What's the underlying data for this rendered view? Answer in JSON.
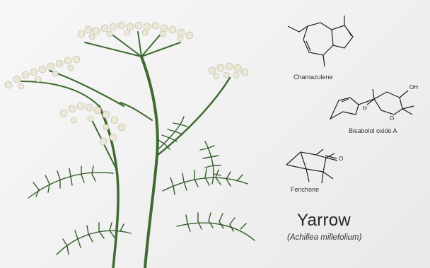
{
  "photo": {
    "subject_icon": "yarrow-plant-illustration",
    "molecules": [
      {
        "name": "Chamazulene"
      },
      {
        "name": "Bisabolol oxide A",
        "atoms": [
          "OH",
          "O",
          "H"
        ]
      },
      {
        "name": "Fenchone",
        "atoms": [
          "O"
        ]
      }
    ],
    "title": "Yarrow",
    "subtitle": "(Achillea millefolium)",
    "colors": {
      "background": "#f3f3f3",
      "stem": "#3f6b32",
      "foliage": "#355e2b",
      "flower": "#ece8d8",
      "ink": "#262626"
    }
  }
}
